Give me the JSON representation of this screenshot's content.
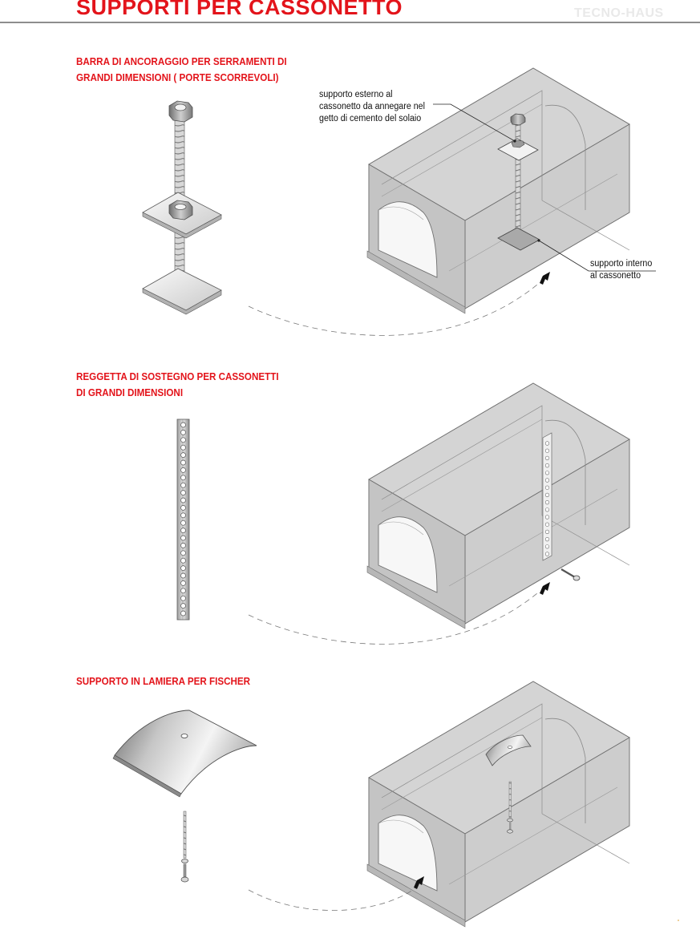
{
  "header": {
    "title": "SUPPORTI PER CASSONETTO",
    "brand": "TECNO-HAUS"
  },
  "sections": [
    {
      "title_line1": "BARRA DI ANCORAGGIO PER SERRAMENTI DI",
      "title_line2": "GRANDI DIMENSIONI ( PORTE SCORREVOLI)",
      "annotation_top": [
        "supporto esterno al",
        "cassonetto da annegare nel",
        "getto di cemento del solaio"
      ],
      "annotation_bottom": [
        "supporto interno",
        "al cassonetto"
      ]
    },
    {
      "title_line1": "REGGETTA DI SOSTEGNO PER CASSONETTI",
      "title_line2": "DI GRANDI DIMENSIONI"
    },
    {
      "title_line1": "SUPPORTO IN LAMIERA PER FISCHER"
    }
  ]
}
